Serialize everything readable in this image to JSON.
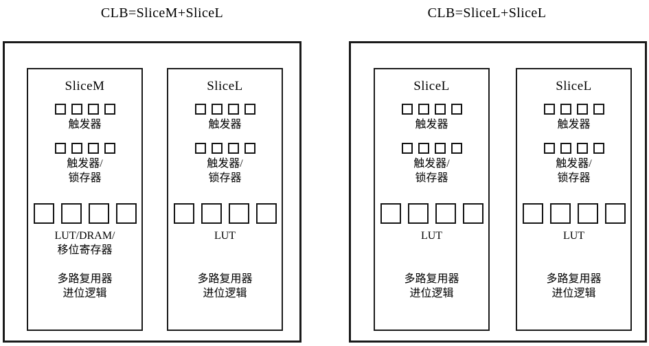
{
  "figure": {
    "kind": "fpga-clb-slice-composition-diagram",
    "background": "#ffffff",
    "line_color": "#1a1a1a"
  },
  "diagrams": [
    {
      "id": "clb-slicem-slicel",
      "title": "CLB=SliceM+SliceL",
      "slices": [
        {
          "id": "slicem",
          "title": "SliceM",
          "ff_cells": 4,
          "ff_label": "触发器",
          "ffl_cells": 4,
          "ffl_label_line1": "触发器/",
          "ffl_label_line2": "锁存器",
          "lut_cells": 4,
          "lut_label_line1": "LUT/DRAM/",
          "lut_label_line2": "移位寄存器",
          "misc_label_line1": "多路复用器",
          "misc_label_line2": "进位逻辑"
        },
        {
          "id": "slicel-right-of-slicem",
          "title": "SliceL",
          "ff_cells": 4,
          "ff_label": "触发器",
          "ffl_cells": 4,
          "ffl_label_line1": "触发器/",
          "ffl_label_line2": "锁存器",
          "lut_cells": 4,
          "lut_label_line1": "LUT",
          "lut_label_line2": "",
          "misc_label_line1": "多路复用器",
          "misc_label_line2": "进位逻辑"
        }
      ]
    },
    {
      "id": "clb-slicel-slicel",
      "title": "CLB=SliceL+SliceL",
      "slices": [
        {
          "id": "slicel-a",
          "title": "SliceL",
          "ff_cells": 4,
          "ff_label": "触发器",
          "ffl_cells": 4,
          "ffl_label_line1": "触发器/",
          "ffl_label_line2": "锁存器",
          "lut_cells": 4,
          "lut_label_line1": "LUT",
          "lut_label_line2": "",
          "misc_label_line1": "多路复用器",
          "misc_label_line2": "进位逻辑"
        },
        {
          "id": "slicel-b",
          "title": "SliceL",
          "ff_cells": 4,
          "ff_label": "触发器",
          "ffl_cells": 4,
          "ffl_label_line1": "触发器/",
          "ffl_label_line2": "锁存器",
          "lut_cells": 4,
          "lut_label_line1": "LUT",
          "lut_label_line2": "",
          "misc_label_line1": "多路复用器",
          "misc_label_line2": "进位逻辑"
        }
      ]
    }
  ]
}
